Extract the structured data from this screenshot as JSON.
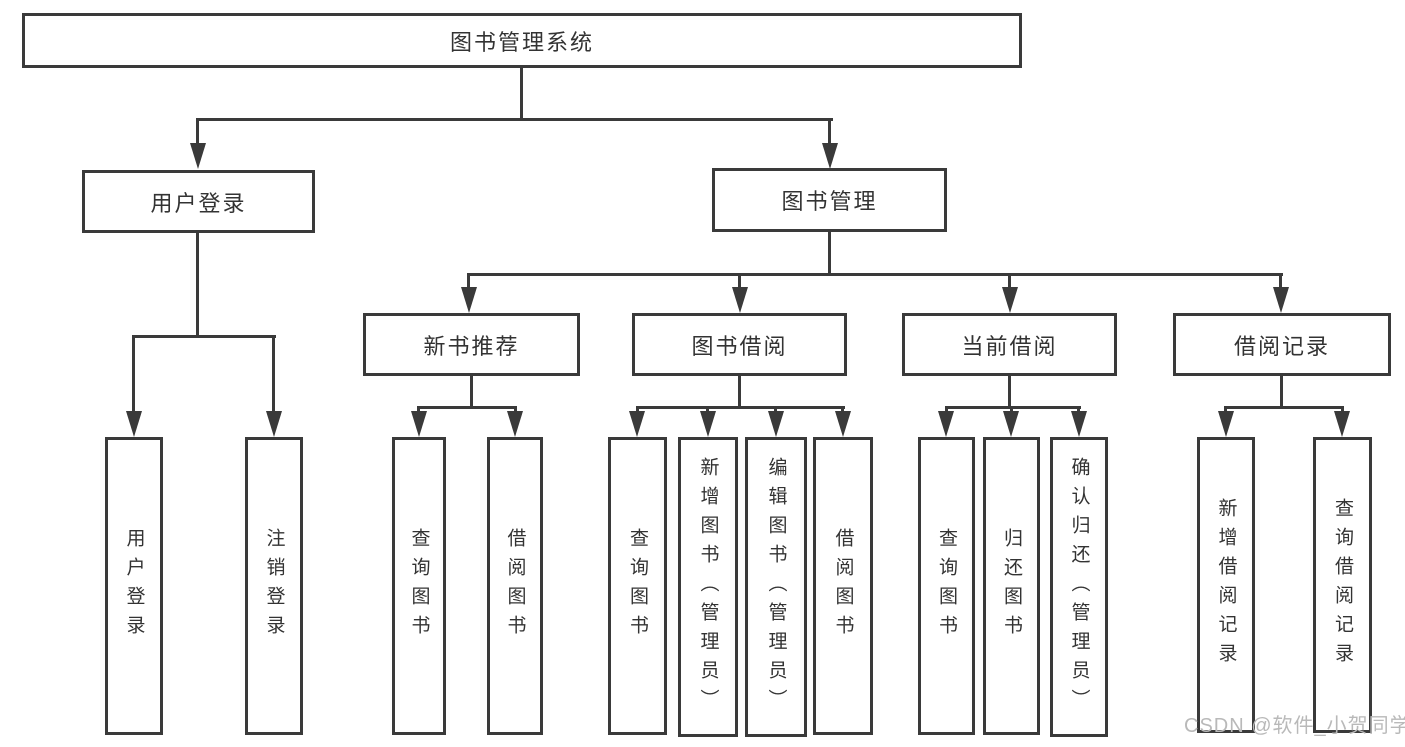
{
  "tree": {
    "root": {
      "label": "图书管理系统"
    },
    "level2": [
      {
        "label": "用户登录",
        "children": [
          {
            "label": "用户登录"
          },
          {
            "label": "注销登录"
          }
        ]
      },
      {
        "label": "图书管理",
        "children": [
          {
            "label": "新书推荐",
            "children": [
              {
                "label": "查询图书"
              },
              {
                "label": "借阅图书"
              }
            ]
          },
          {
            "label": "图书借阅",
            "children": [
              {
                "label": "查询图书"
              },
              {
                "label": "新增图书（管理员）"
              },
              {
                "label": "编辑图书（管理员）"
              },
              {
                "label": "借阅图书"
              }
            ]
          },
          {
            "label": "当前借阅",
            "children": [
              {
                "label": "查询图书"
              },
              {
                "label": "归还图书"
              },
              {
                "label": "确认归还（管理员）"
              }
            ]
          },
          {
            "label": "借阅记录",
            "children": [
              {
                "label": "新增借阅记录"
              },
              {
                "label": "查询借阅记录"
              }
            ]
          }
        ]
      }
    ]
  },
  "watermark": {
    "text": "CSDN @软件_小贺同学",
    "color": "#b9b9b9"
  },
  "colors": {
    "line": "#3a3a3a",
    "text": "#333333",
    "box_fill": "#ffffff",
    "background": "#ffffff"
  }
}
